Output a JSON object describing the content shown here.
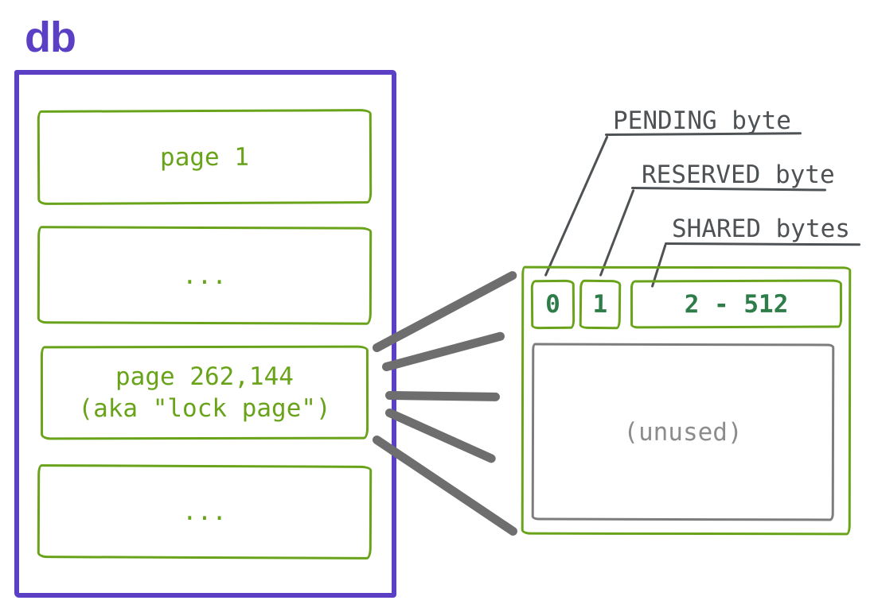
{
  "colors": {
    "purple": "#5b3fc4",
    "green": "#69a31a",
    "green_dark": "#2e7d49",
    "gray_dark": "#4e5255",
    "gray_mid": "#6e6e6e",
    "gray_box": "#7d7d7d",
    "gray_text": "#8c8c8c",
    "background": "#ffffff"
  },
  "db": {
    "label": "db",
    "pages": [
      {
        "label": "page 1"
      },
      {
        "label": "..."
      },
      {
        "label": "page 262,144",
        "sublabel": "(aka \"lock page\")"
      },
      {
        "label": "..."
      }
    ]
  },
  "detail": {
    "callouts": [
      {
        "label": "PENDING byte"
      },
      {
        "label": "RESERVED byte"
      },
      {
        "label": "SHARED bytes"
      }
    ],
    "cells": [
      {
        "value": "0"
      },
      {
        "value": "1"
      },
      {
        "value": "2 - 512"
      }
    ],
    "unused_label": "(unused)"
  }
}
